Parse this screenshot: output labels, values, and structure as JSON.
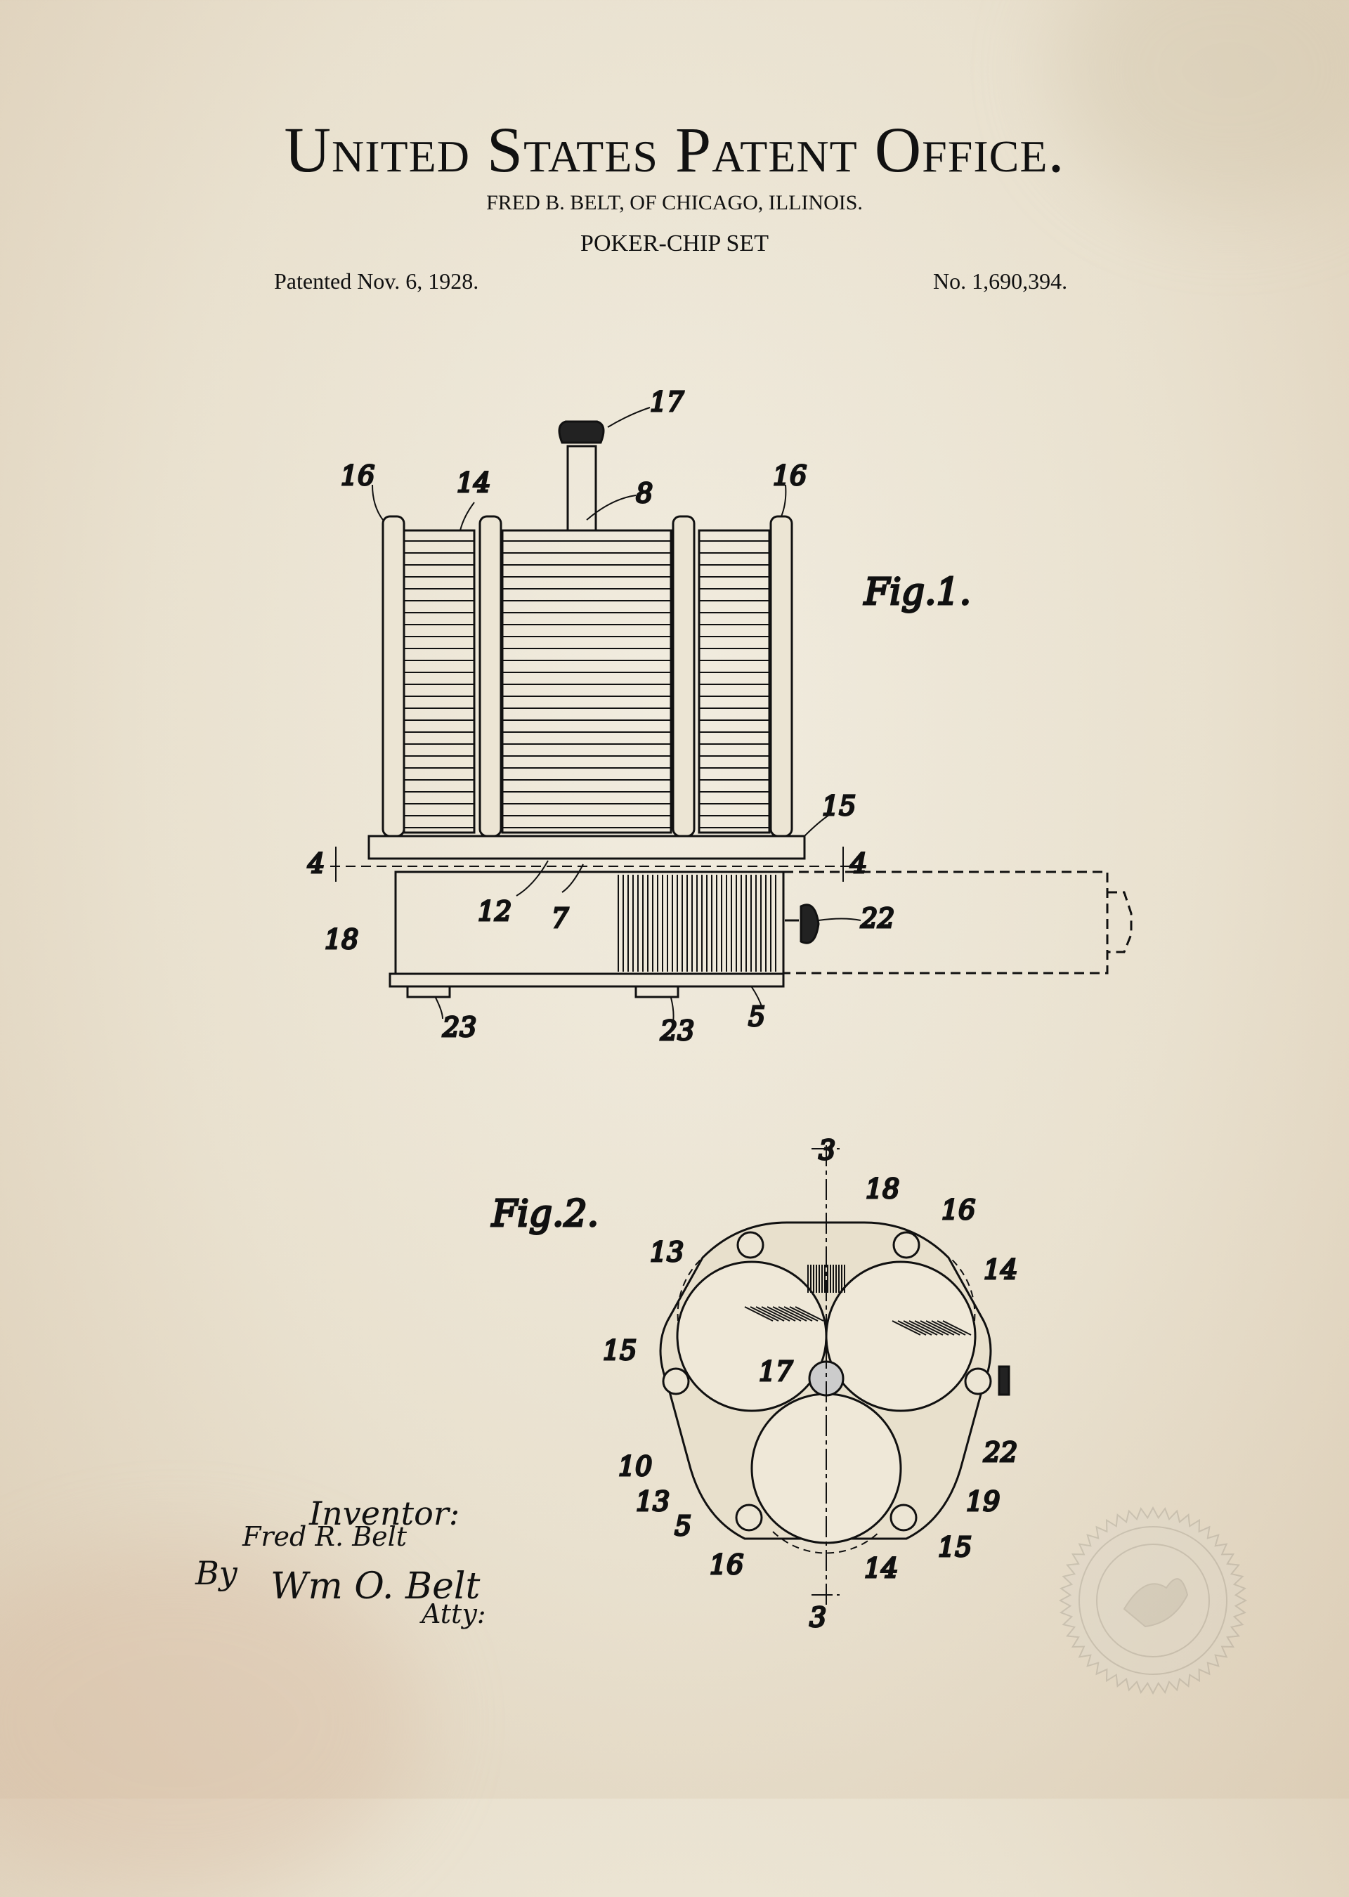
{
  "header": {
    "title": "United States Patent Office.",
    "inventor_line": "FRED B. BELT, OF CHICAGO, ILLINOIS.",
    "subject": "POKER-CHIP SET",
    "patented": "Patented Nov. 6, 1928.",
    "number": "No. 1,690,394."
  },
  "figure1": {
    "caption": "Fig.1.",
    "labels": {
      "l17": "17",
      "l16a": "16",
      "l14": "14",
      "l8": "8",
      "l16b": "16",
      "l15": "15",
      "l4a": "4",
      "l4b": "4",
      "l12": "12",
      "l7": "7",
      "l18": "18",
      "l22": "22",
      "l23a": "23",
      "l23b": "23",
      "l5": "5"
    }
  },
  "figure2": {
    "caption": "Fig.2.",
    "labels": {
      "l3top": "3",
      "l18": "18",
      "l16a": "16",
      "l14a": "14",
      "l13a": "13",
      "l15a": "15",
      "l17": "17",
      "l22": "22",
      "l10": "10",
      "l19": "19",
      "l13b": "13",
      "l5": "5",
      "l16b": "16",
      "l15b": "15",
      "l14b": "14",
      "l3bot": "3"
    }
  },
  "signature": {
    "heading": "Inventor:",
    "inventor_signature": "Fred R. Belt",
    "by": "By",
    "attorney_signature": "Wm O. Belt",
    "attorney_suffix": "Atty:"
  },
  "colors": {
    "paper": "#ece5d4",
    "ink": "#111111"
  }
}
